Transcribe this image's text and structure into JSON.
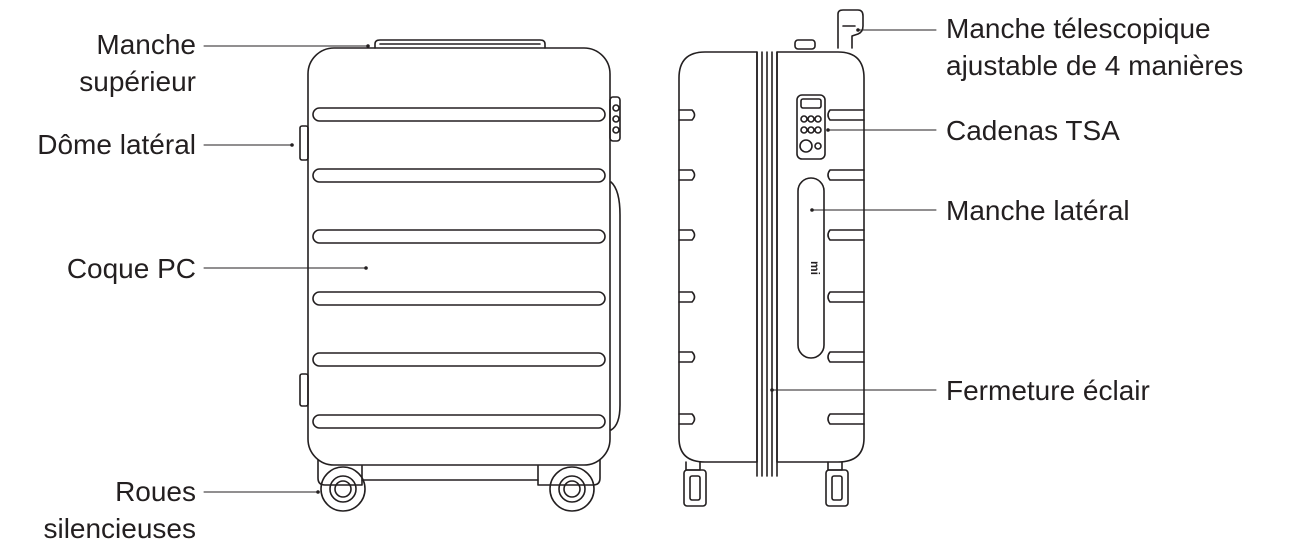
{
  "labels": {
    "manche_superieur": [
      "Manche",
      "supérieur"
    ],
    "dome_lateral": "Dôme latéral",
    "coque_pc": "Coque PC",
    "roues_silencieuses": [
      "Roues",
      "silencieuses"
    ],
    "manche_telescopique": [
      "Manche télescopique",
      "ajustable de 4 manières"
    ],
    "cadenas_tsa": "Cadenas TSA",
    "manche_lateral": "Manche latéral",
    "fermeture_eclair": "Fermeture éclair"
  },
  "logo_text": "mi",
  "colors": {
    "line": "#231f20",
    "background": "#ffffff"
  }
}
